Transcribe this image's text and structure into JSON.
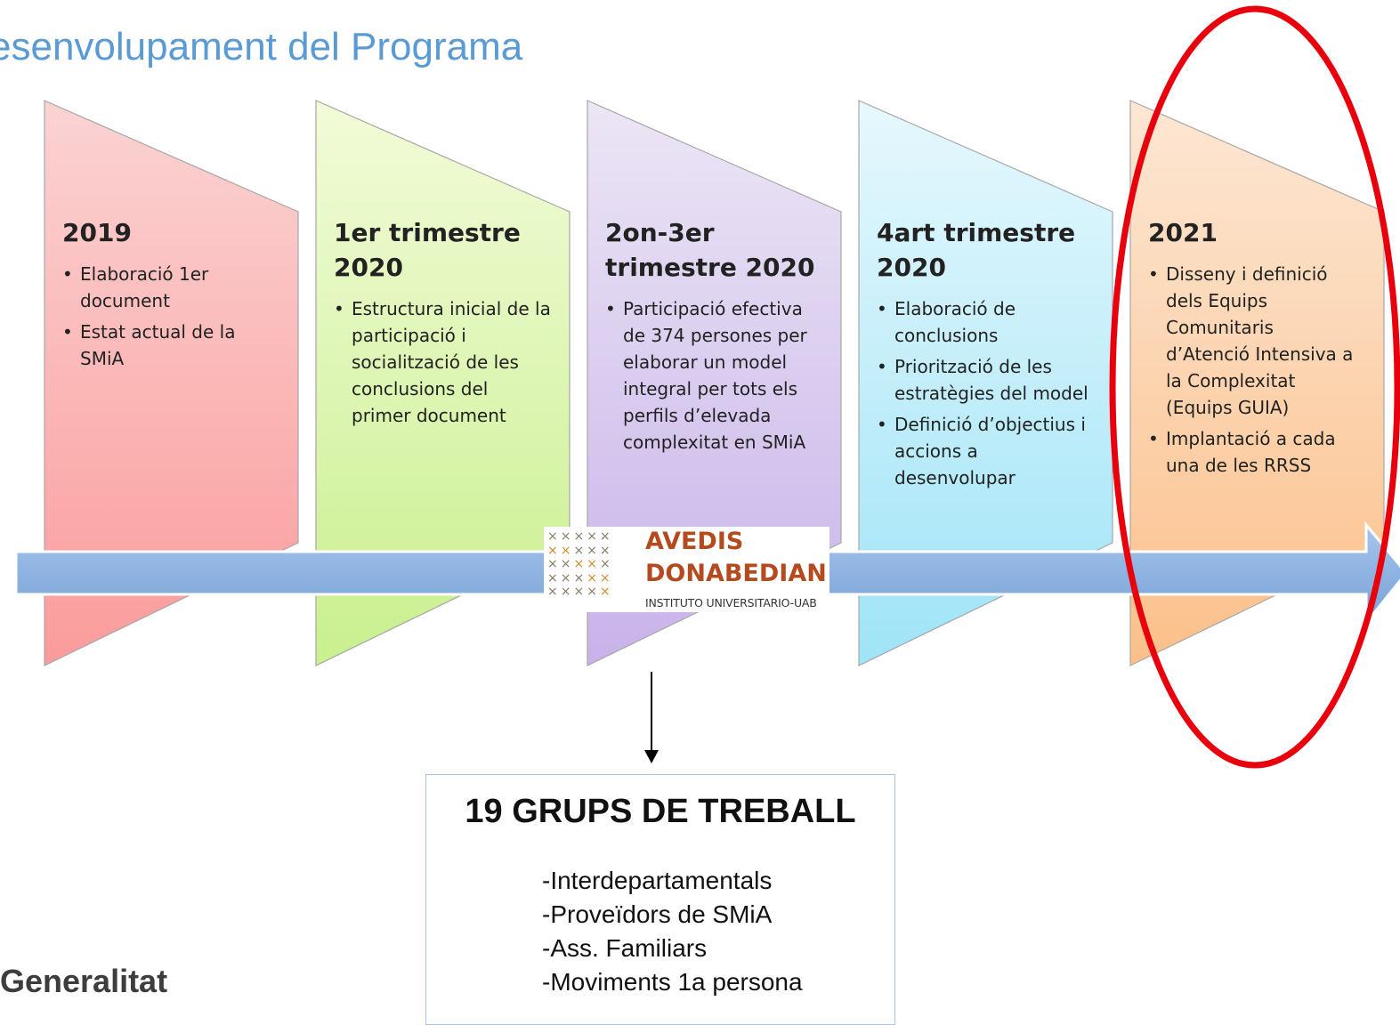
{
  "title": "esenvolupament del Programa",
  "phases": [
    {
      "heading": "2019",
      "items": [
        "Elaboració 1er document",
        "Estat actual de la SMiA"
      ],
      "color_top": "#fbd3d3",
      "color_bottom": "#fb9b9b"
    },
    {
      "heading": "1er trimestre 2020",
      "items": [
        "Estructura inicial de la participació i socialització de les conclusions del primer document"
      ],
      "color_top": "#f2fbd8",
      "color_bottom": "#c9f08e"
    },
    {
      "heading": "2on-3er trimestre 2020",
      "items": [
        "Participació efectiva de 374 persones per elaborar un model integral per tots els perfils d’elevada complexitat en SMiA"
      ],
      "color_top": "#ece6f5",
      "color_bottom": "#c8b2ea"
    },
    {
      "heading": "4art trimestre 2020",
      "items": [
        "Elaboració de conclusions",
        "Priorització de les estratègies del model",
        "Definició d’objectius i accions a desenvolupar"
      ],
      "color_top": "#e6f8fd",
      "color_bottom": "#9fe4f7"
    },
    {
      "heading": "2021",
      "items": [
        "Disseny i definició dels Equips Comunitaris d’Atenció Intensiva a la Complexitat (Equips GUIA)",
        "Implantació a cada una de les RRSS"
      ],
      "color_top": "#fde7d4",
      "color_bottom": "#fbc08a"
    }
  ],
  "logo": {
    "line1": "AVEDIS",
    "line2": "DONABEDIAN",
    "line3": "INSTITUTO UNIVERSITARIO-UAB",
    "brand_color": "#b54a1e"
  },
  "work_groups": {
    "title": "19 GRUPS DE TREBALL",
    "items": [
      "-Interdepartamentals",
      "-Proveïdors de SMiA",
      "-Ass. Familiars",
      "-Moviments 1a persona"
    ]
  },
  "footer": "Generalitat",
  "colors": {
    "title": "#5b9bd5",
    "arrow": "#8db3e2",
    "highlight": "#e8000d"
  }
}
